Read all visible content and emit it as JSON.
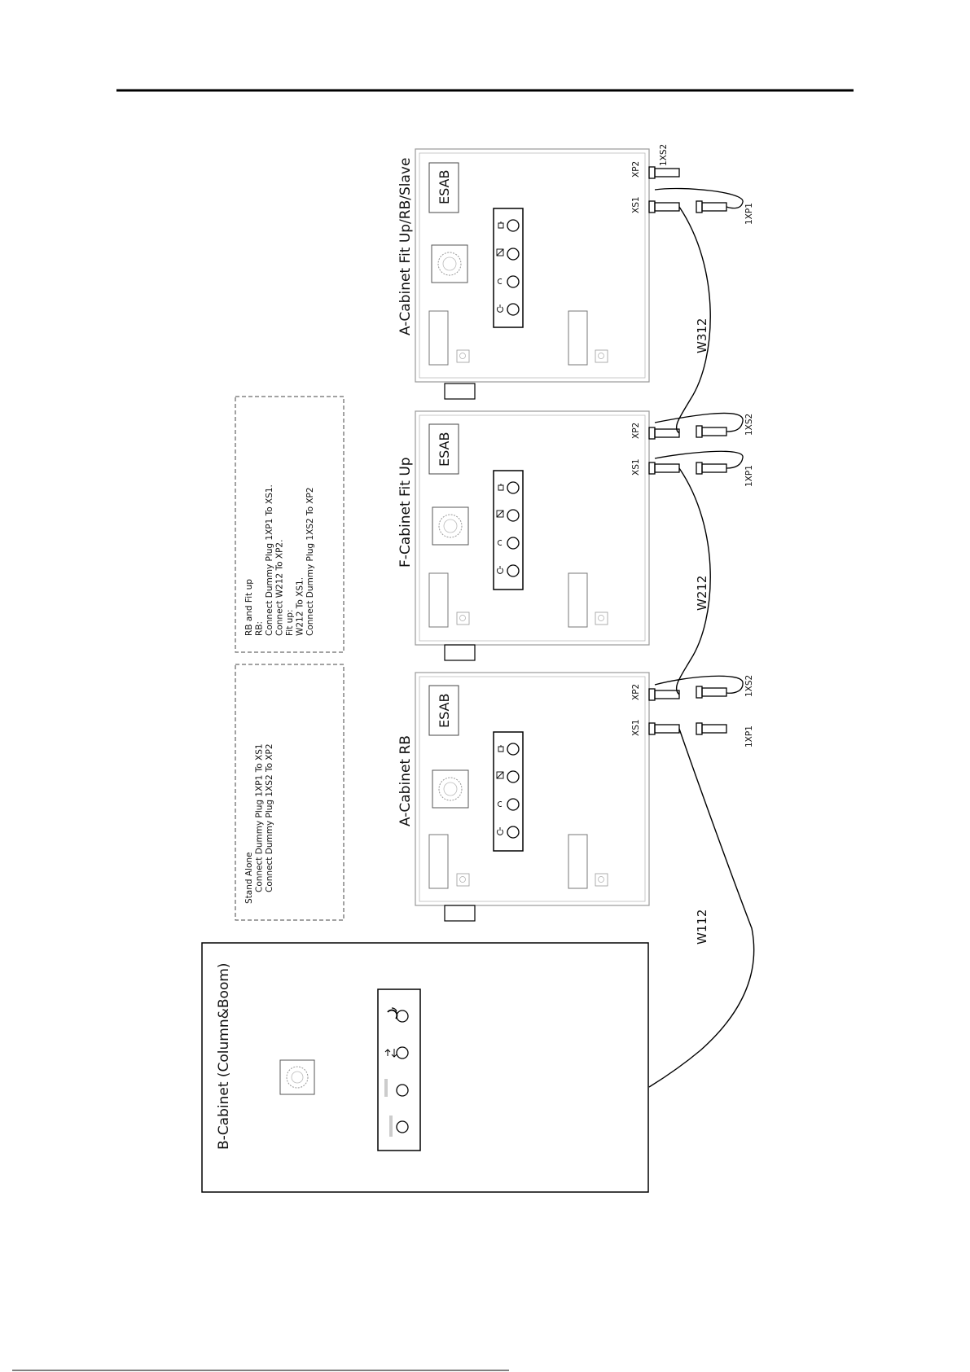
{
  "cabinets": {
    "a_slave": {
      "title": "A-Cabinet Fit Up/RB/Slave",
      "brand": "ESAB",
      "left_socket": "XS1",
      "right_socket": "XP2",
      "left_plug": "1XP1",
      "right_plug": "1XS2"
    },
    "f_fitup": {
      "title": "F-Cabinet Fit Up",
      "brand": "ESAB",
      "left_socket": "XS1",
      "right_socket": "XP2",
      "left_plug": "1XP1",
      "right_plug": "1XS2"
    },
    "a_rb": {
      "title": "A-Cabinet RB",
      "brand": "ESAB",
      "left_socket": "XS1",
      "right_socket": "XP2",
      "left_plug": "1XP1",
      "right_plug": "1XS2"
    },
    "b_cabinet": {
      "title": "B-Cabinet (Column&Boom)"
    }
  },
  "cables": {
    "w312": "W312",
    "w212": "W212",
    "w112": "W112"
  },
  "notes": {
    "rb_fitup": [
      "RB and Fit up",
      "RB:",
      "Connect Dummy Plug 1XP1 To XS1.",
      "Connect W212 To XP2.",
      "Fit up:",
      "W212 To XS1.",
      "Connect Dummy Plug 1XS2 To XP2"
    ],
    "standalone": [
      "Stand Alone",
      "Connect Dummy Plug 1XP1 To XS1",
      "Connect Dummy Plug 1XS2 To XP2"
    ]
  },
  "icons": [
    "power-icon",
    "reset-icon",
    "edit-icon",
    "hold-icon",
    "emergency-stop-icon",
    "joystick-icon",
    "rotate-icon"
  ]
}
